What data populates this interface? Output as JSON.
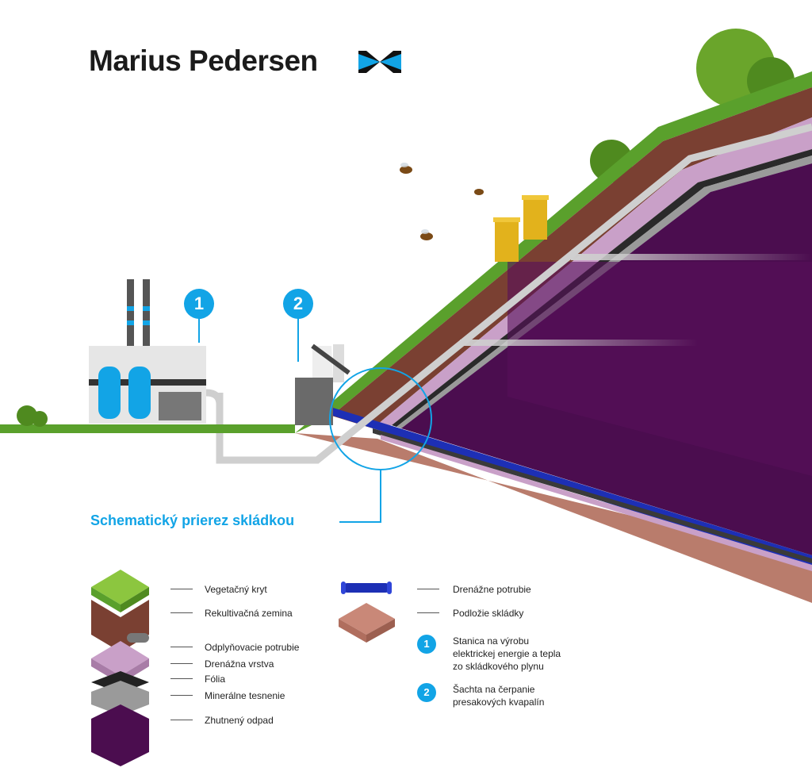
{
  "header": {
    "brand": "Marius Pedersen"
  },
  "diagram": {
    "title": "Schematický prierez skládkou",
    "markers": [
      {
        "label": "1"
      },
      {
        "label": "2"
      }
    ]
  },
  "legend": {
    "left": [
      {
        "label": "Vegetačný kryt"
      },
      {
        "label": "Rekultivačná zemina"
      },
      {
        "label": "Odplyňovacie potrubie"
      },
      {
        "label": "Drenážna vrstva"
      },
      {
        "label": "Fólia"
      },
      {
        "label": "Minerálne tesnenie"
      },
      {
        "label": "Zhutnený odpad"
      }
    ],
    "right": [
      {
        "label": "Drenážne potrubie"
      },
      {
        "label": "Podložie skládky"
      },
      {
        "badge": "1",
        "line1": "Stanica na výrobu",
        "line2": "elektrickej energie a tepla",
        "line3": "zo skládkového plynu"
      },
      {
        "badge": "2",
        "line1": "Šachta na čerpanie",
        "line2": "presakových kvapalín"
      }
    ]
  },
  "colors": {
    "accent": "#12a4e6",
    "grass": "#5aa02c",
    "soil": "#7a4032",
    "waste": "#4b0d4f",
    "drain_pipe": "#1d2fb5",
    "subsoil": "#b97c6c"
  }
}
